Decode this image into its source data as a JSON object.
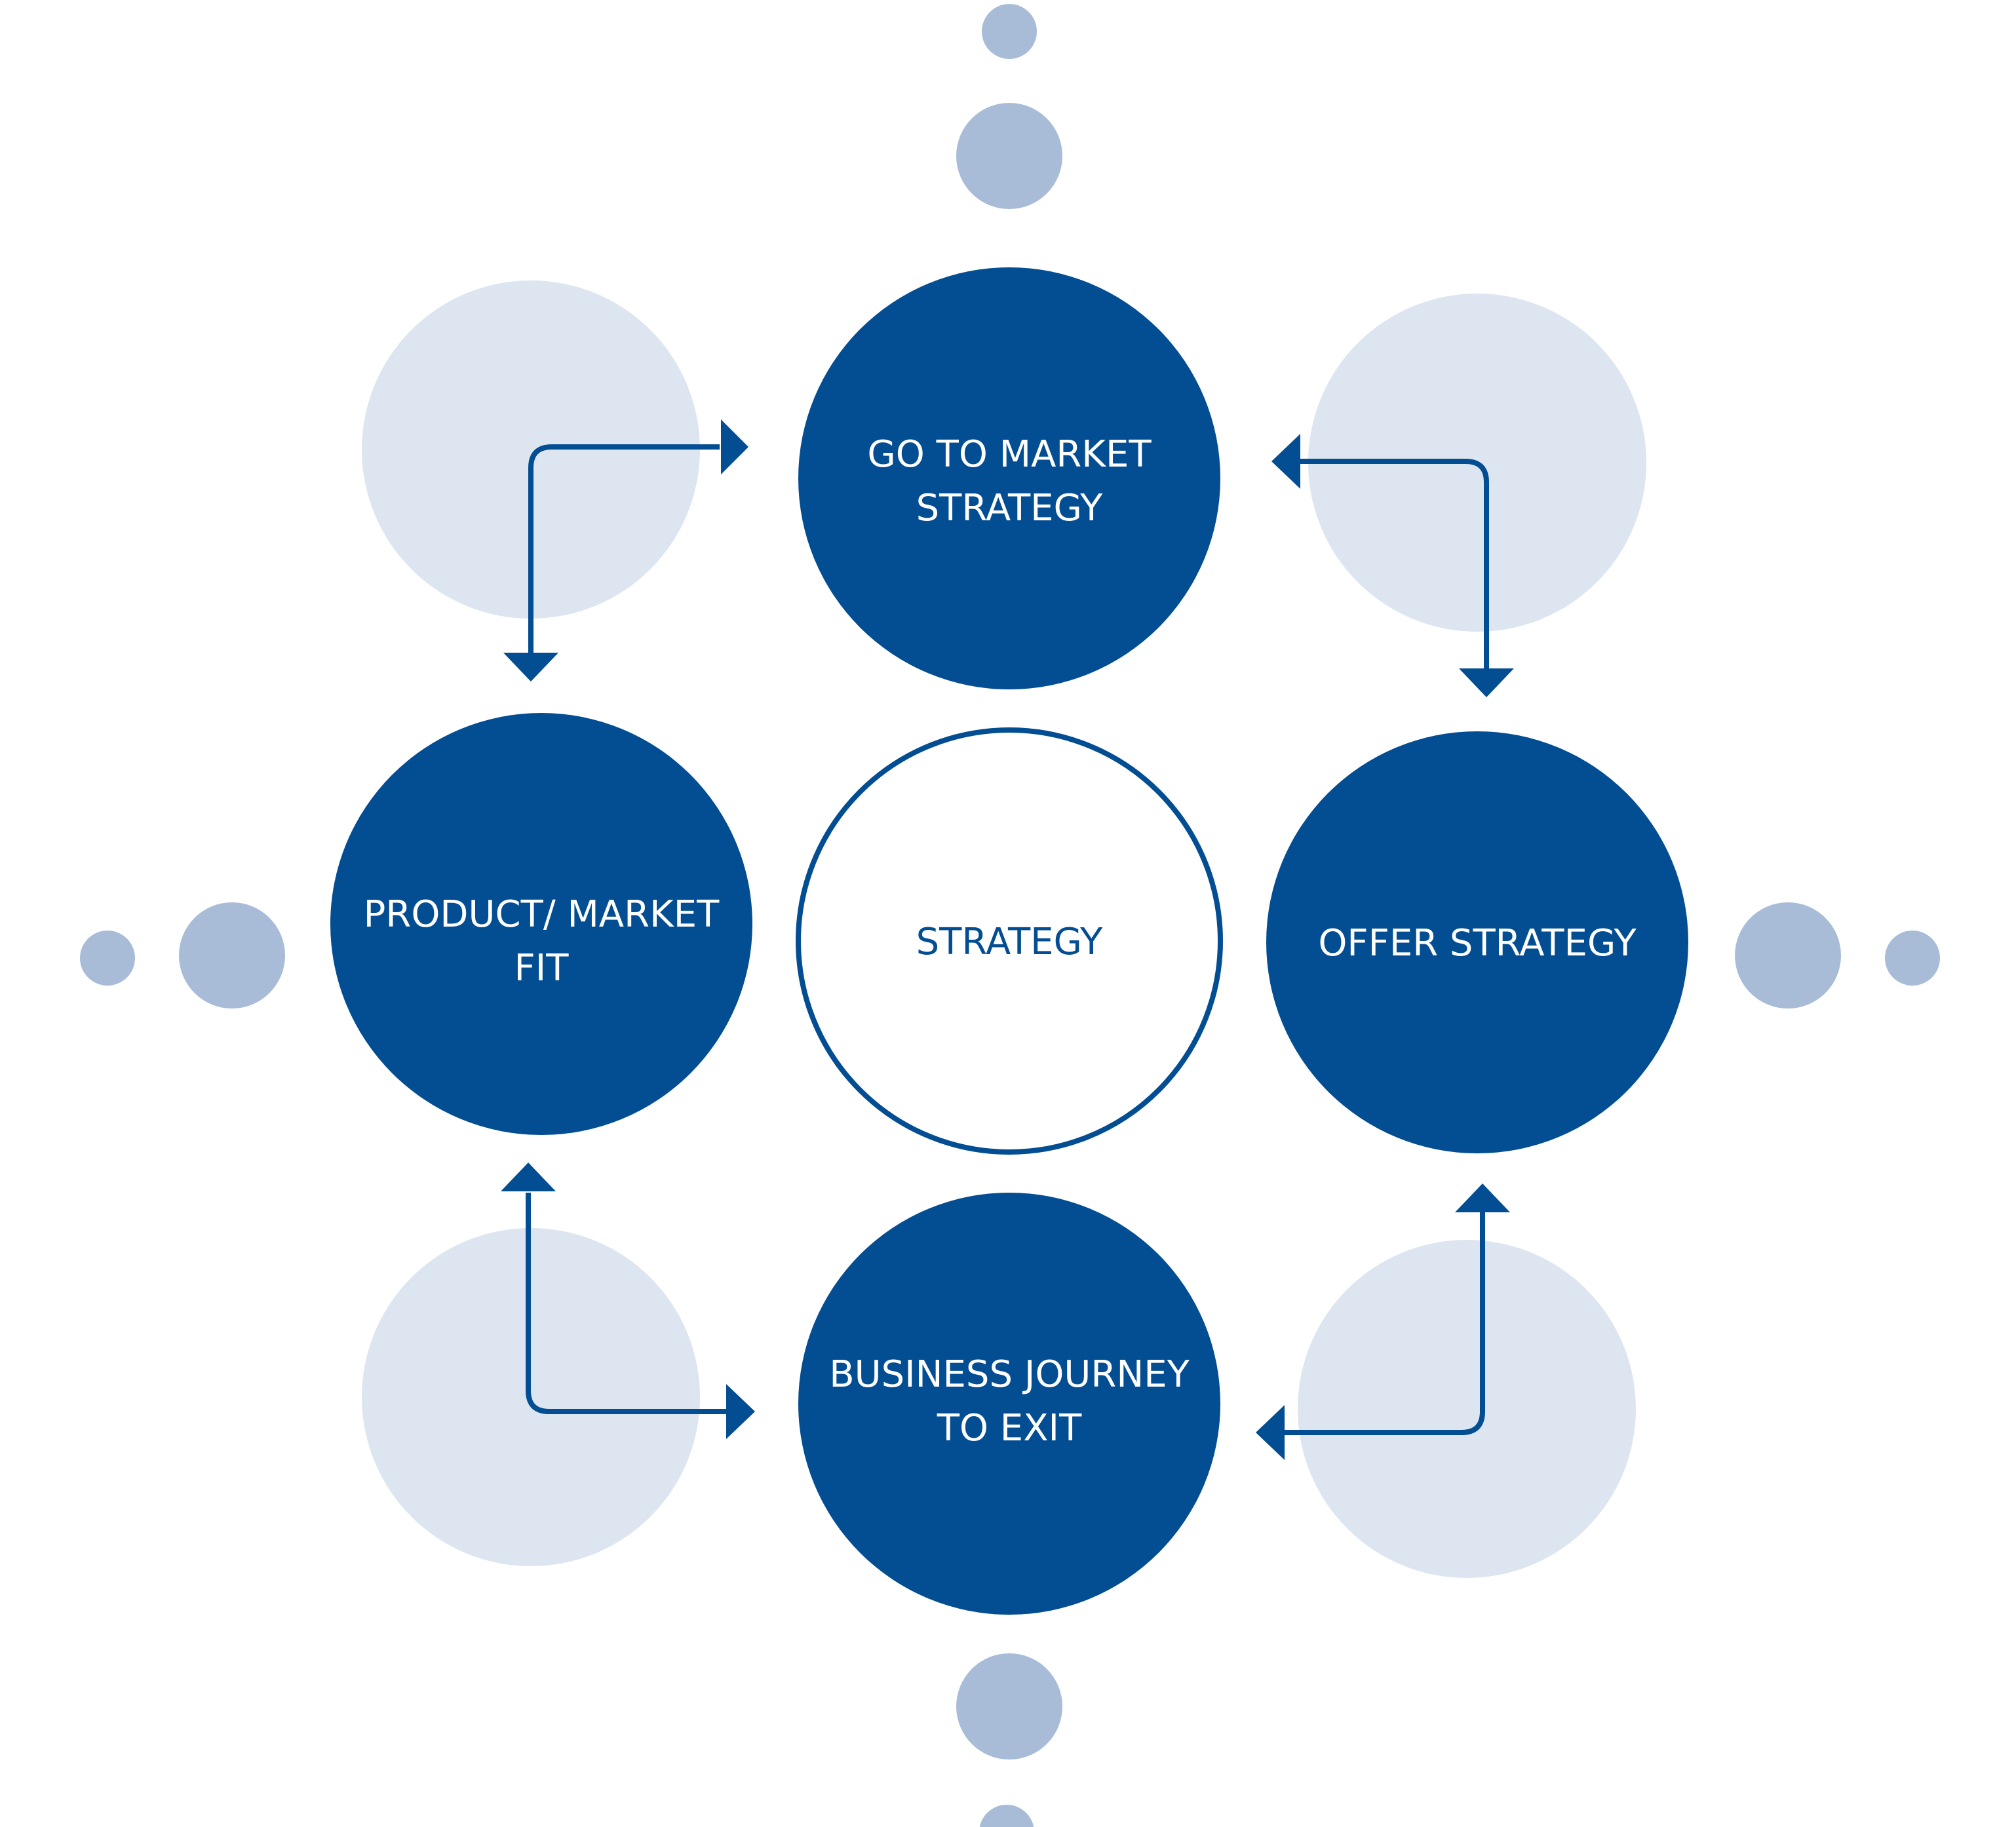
{
  "colors": {
    "primary": "#034d93",
    "primary_text": "#ffffff",
    "center_fill": "#ffffff",
    "center_stroke": "#034d93",
    "center_text": "#034d93",
    "connector": "#034d93",
    "dot": "#a8bcd8",
    "halo": "#dce5f0"
  },
  "nodes": {
    "top": {
      "line1": "GO TO MARKET",
      "line2": "STRATEGY"
    },
    "left": {
      "line1": "PRODUCT/ MARKET",
      "line2": "FIT"
    },
    "center": {
      "label": "STRATEGY"
    },
    "right": {
      "label": "OFFER STRATEGY"
    },
    "bottom": {
      "line1": "BUSINESS JOURNEY",
      "line2": "TO EXIT"
    }
  }
}
